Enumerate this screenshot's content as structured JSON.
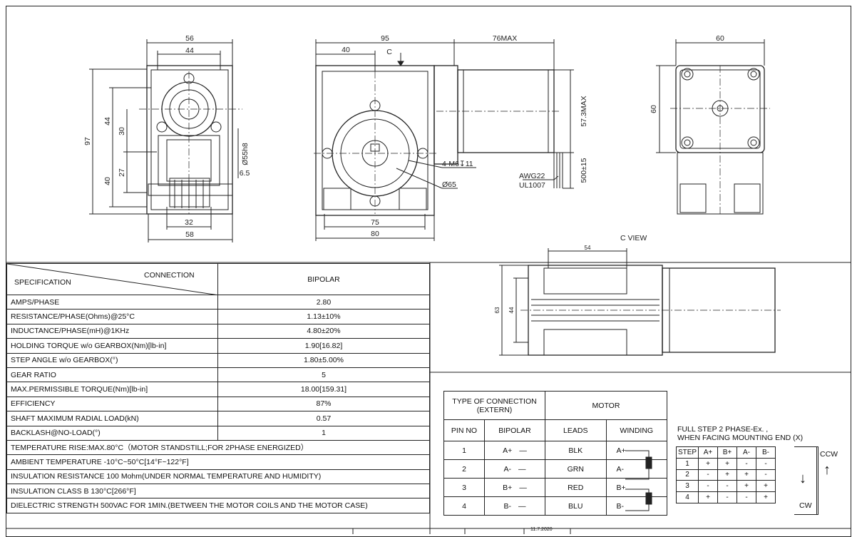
{
  "drawing": {
    "side_view": {
      "dim_56": "56",
      "dim_44": "44",
      "dim_97": "97",
      "dim_44b": "44",
      "dim_30": "30",
      "dim_40": "40",
      "dim_27": "27",
      "dim_shaft": "Ø55h8",
      "dim_6_5": "6.5",
      "dim_32": "32",
      "dim_58": "58"
    },
    "front_view": {
      "dim_95": "95",
      "dim_76max": "76MAX",
      "dim_40": "40",
      "view_marker": "C",
      "dim_57_3max": "57.3MAX",
      "hole_note": "4-M6↧11",
      "dim_65": "Ø65",
      "dim_500": "500±15",
      "wire_awg": "AWG22",
      "wire_ul": "UL1007",
      "dim_75": "75",
      "dim_80": "80"
    },
    "end_view": {
      "dim_60": "60",
      "dim_60v": "60"
    },
    "c_view": {
      "title": "C  VIEW",
      "dim_54": "54",
      "dim_63": "63",
      "dim_44": "44"
    }
  },
  "spec": {
    "header_left": "SPECIFICATION",
    "header_mid": "CONNECTION",
    "header_right": "BIPOLAR",
    "rows": [
      {
        "label": "AMPS/PHASE",
        "value": "2.80"
      },
      {
        "label": "RESISTANCE/PHASE(Ohms)@25°C",
        "value": "1.13±10%"
      },
      {
        "label": "INDUCTANCE/PHASE(mH)@1KHz",
        "value": "4.80±20%"
      },
      {
        "label": "HOLDING TORQUE w/o GEARBOX(Nm)[lb-in]",
        "value": "1.90[16.82]"
      },
      {
        "label": "STEP ANGLE w/o GEARBOX(°)",
        "value": "1.80±5.00%"
      },
      {
        "label": "GEAR RATIO",
        "value": "5"
      },
      {
        "label": "MAX.PERMISSIBLE TORQUE(Nm)[lb-in]",
        "value": "18.00[159.31]"
      },
      {
        "label": "EFFICIENCY",
        "value": "87%"
      },
      {
        "label": "SHAFT MAXIMUM RADIAL LOAD(kN)",
        "value": "0.57"
      },
      {
        "label": "BACKLASH@NO-LOAD(°)",
        "value": "1"
      }
    ],
    "notes": [
      "TEMPERATURE RISE:MAX.80°C（MOTOR STANDSTILL;FOR 2PHASE ENERGIZED）",
      "AMBIENT TEMPERATURE -10°C~50°C[14°F~122°F]",
      "INSULATION RESISTANCE 100 Mohm(UNDER NORMAL TEMPERATURE AND HUMIDITY)",
      "INSULATION CLASS B 130°C[266°F]",
      "DIELECTRIC STRENGTH 500VAC FOR 1MIN.(BETWEEN THE MOTOR COILS AND THE MOTOR CASE)"
    ]
  },
  "connection": {
    "header_type": "TYPE OF CONNECTION (EXTERN)",
    "header_motor": "MOTOR",
    "col_pin": "PIN NO",
    "col_bipolar": "BIPOLAR",
    "col_leads": "LEADS",
    "col_winding": "WINDING",
    "rows": [
      {
        "pin": "1",
        "bipolar": "A+",
        "lead": "BLK",
        "winding": "A+"
      },
      {
        "pin": "2",
        "bipolar": "A-",
        "lead": "GRN",
        "winding": "A-"
      },
      {
        "pin": "3",
        "bipolar": "B+",
        "lead": "RED",
        "winding": "B+"
      },
      {
        "pin": "4",
        "bipolar": "B-",
        "lead": "BLU",
        "winding": "B-"
      }
    ]
  },
  "steps": {
    "title_line1": "FULL STEP  2 PHASE-Ex. ,",
    "title_line2": "WHEN FACING MOUNTING END (X)",
    "headers": [
      "STEP",
      "A+",
      "B+",
      "A-",
      "B-"
    ],
    "rows": [
      [
        "1",
        "+",
        "+",
        "-",
        "-"
      ],
      [
        "2",
        "-",
        "+",
        "+",
        "-"
      ],
      [
        "3",
        "-",
        "-",
        "+",
        "+"
      ],
      [
        "4",
        "+",
        "-",
        "-",
        "+"
      ]
    ],
    "ccw": "CCW",
    "cw": "CW"
  },
  "title_block": {
    "date": "11.7.2020"
  }
}
